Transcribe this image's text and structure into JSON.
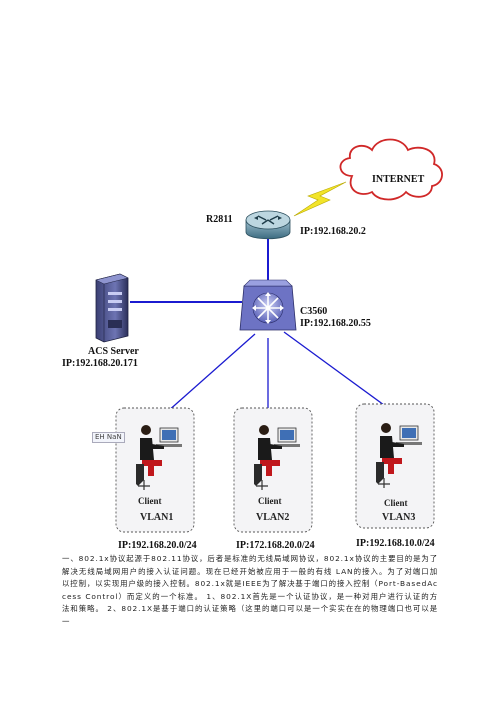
{
  "diagram": {
    "cloud_label": "INTERNET",
    "router": {
      "name": "R2811",
      "ip": "IP:192.168.20.2"
    },
    "switch": {
      "name": "C3560",
      "ip": "IP:192.168.20.55"
    },
    "server": {
      "name": "ACS Server",
      "ip": "IP:192.168.20.171"
    },
    "clients": [
      {
        "label": "Client",
        "vlan": "VLAN1",
        "ip": "IP:192.168.20.0/24",
        "badge": "EH NaN"
      },
      {
        "label": "Client",
        "vlan": "VLAN2",
        "ip": "IP:172.168.20.0/24"
      },
      {
        "label": "Client",
        "vlan": "VLAN3",
        "ip": "IP:192.168.10.0/24"
      }
    ]
  },
  "paragraph": "一、802.1x协议起源于802.11协议，后者是标准的无线局域网协议，802.1x协议的主要目的是为了解决无线局域网用户的接入认证问题。现在已经开始被应用于一般的有线 LAN的接入。为了对端口加以控制，以实现用户级的接入控制。802.1x就是IEEE为了解决基于端口的接入控制（Port-BasedAccess Control）而定义的一个标准。 1、802.1X首先是一个认证协议，是一种对用户进行认证的方法和策略。 2、802.1X是基于端口的认证策略（这里的端口可以是一个实实在在的物理端口也可以是一"
}
